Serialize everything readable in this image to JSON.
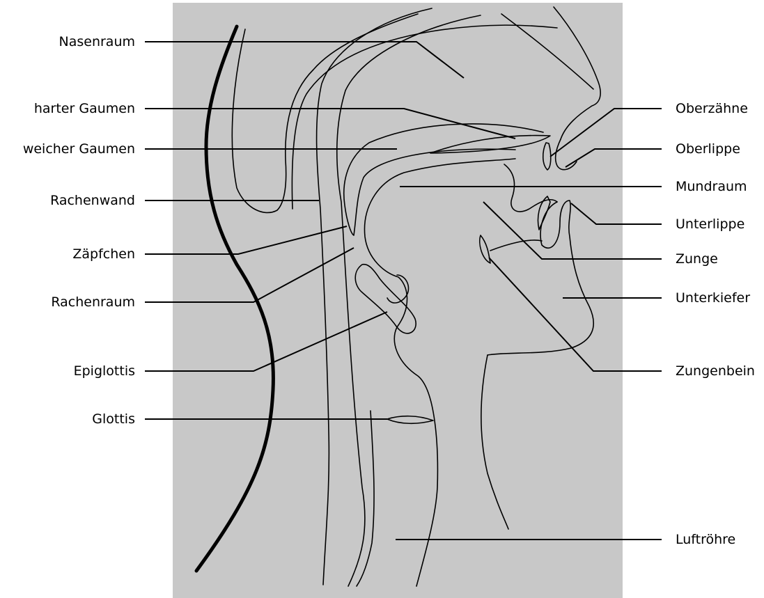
{
  "colors": {
    "panel": "#c8c8c8",
    "line": "#000000",
    "page": "#ffffff"
  },
  "labels_left": [
    "Nasenraum",
    "harter Gaumen",
    "weicher Gaumen",
    "Rachenwand",
    "Zäpfchen",
    "Rachenraum",
    "Epiglottis",
    "Glottis"
  ],
  "labels_right": [
    "Oberzähne",
    "Oberlippe",
    "Mundraum",
    "Unterlippe",
    "Zunge",
    "Unterkiefer",
    "Zungenbein",
    "Luftröhre"
  ]
}
